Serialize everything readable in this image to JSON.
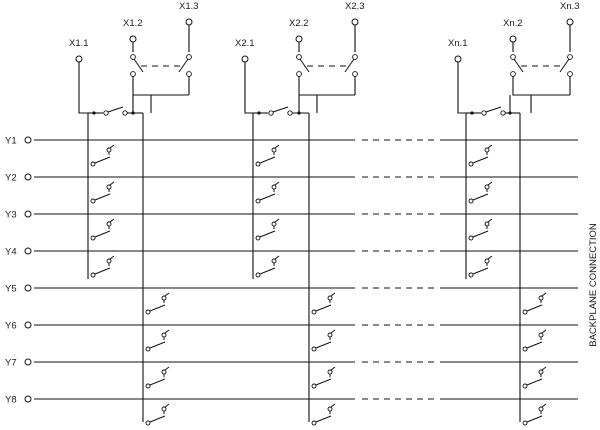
{
  "column_groups": [
    {
      "labels": [
        "X1.1",
        "X1.2",
        "X1.3"
      ]
    },
    {
      "labels": [
        "X2.1",
        "X2.2",
        "X2.3"
      ]
    },
    {
      "labels": [
        "Xn.1",
        "Xn.2",
        "Xn.3"
      ]
    }
  ],
  "rows": [
    "Y1",
    "Y2",
    "Y3",
    "Y4",
    "Y5",
    "Y6",
    "Y7",
    "Y8"
  ],
  "side_label": "BACKPLANE CONNECTION"
}
